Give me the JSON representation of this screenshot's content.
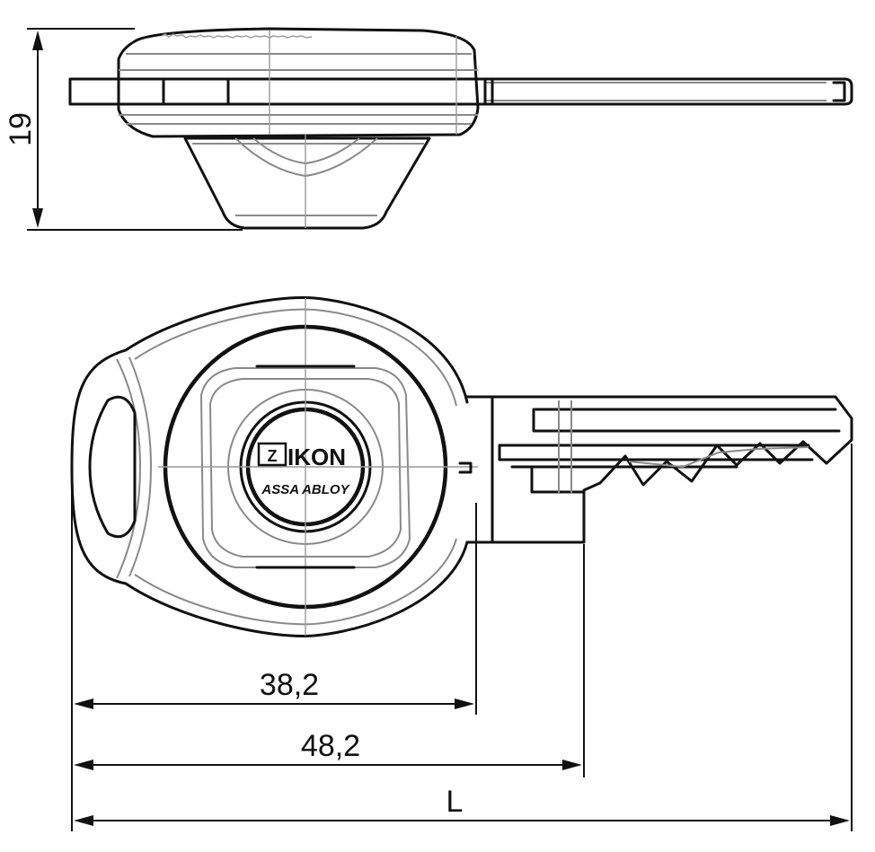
{
  "dimensions": {
    "height": "19",
    "width_head": "38,2",
    "width_shoulder": "48,2",
    "length": "L"
  },
  "logo": {
    "brand": "IKON",
    "brand_mark": "Z",
    "company": "ASSA ABLOY"
  },
  "colors": {
    "outline": "#111111",
    "construction": "#8a8a8a"
  }
}
